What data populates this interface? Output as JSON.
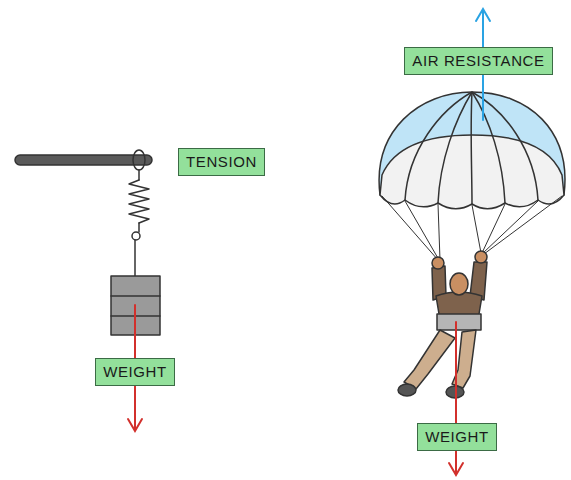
{
  "diagram": {
    "nodes": [
      {
        "text": [
          "AIR RESISTANCE"
        ]
      },
      {
        "text": [
          "TENSION"
        ]
      },
      {
        "text": [
          "WEIGHT"
        ]
      },
      {
        "text": [
          "WEIGHT"
        ]
      }
    ]
  }
}
